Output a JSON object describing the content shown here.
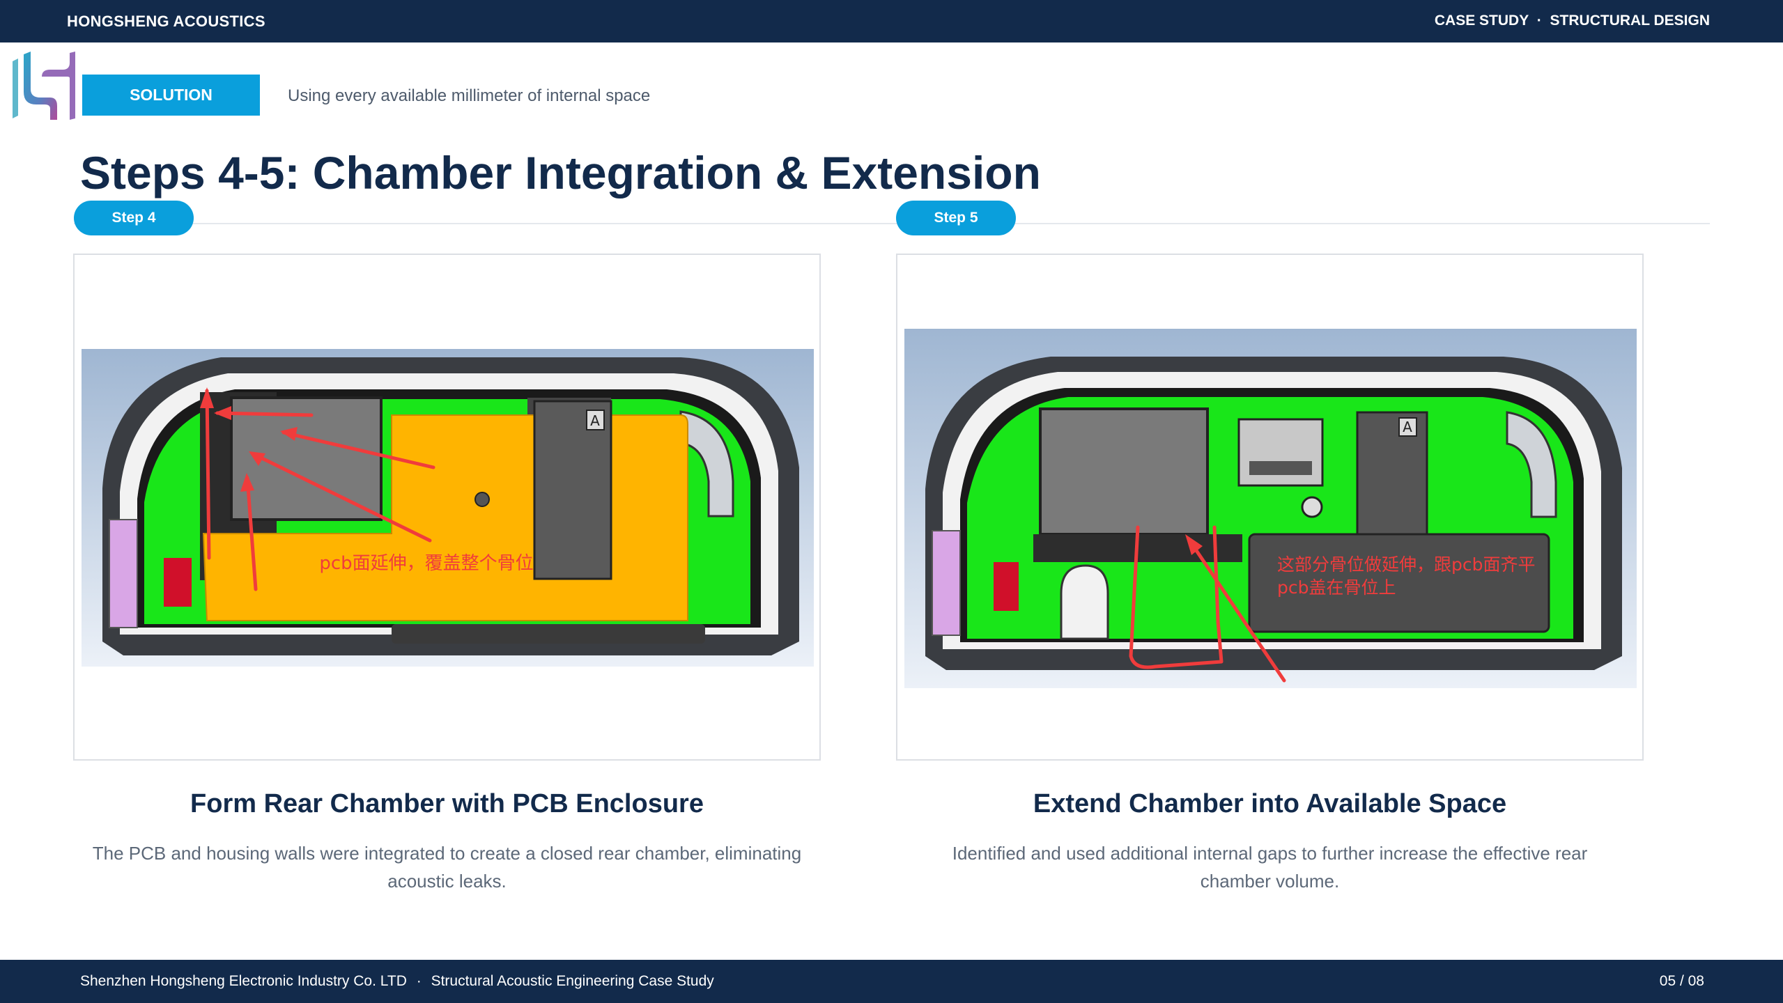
{
  "header": {
    "brand": "HONGSHENG ACOUSTICS",
    "section_a": "CASE STUDY",
    "separator": "·",
    "section_b": "STRUCTURAL DESIGN"
  },
  "section_badge": "SOLUTION",
  "section_subtitle": "Using every available millimeter of internal space",
  "page_title": "Steps 4-5: Chamber Integration & Extension",
  "steps": [
    {
      "badge": "Step 4",
      "annotation": "pcb面延伸，覆盖整个骨位",
      "title": "Form Rear Chamber with PCB Enclosure",
      "desc_line1": "The PCB and housing walls were integrated to create a closed rear chamber, eliminating",
      "desc_line2": "acoustic leaks."
    },
    {
      "badge": "Step 5",
      "annotation_line1": "这部分骨位做延伸，跟pcb面齐平",
      "annotation_line2": "pcb盖在骨位上",
      "title": "Extend Chamber into Available Space",
      "desc_line1": "Identified and used additional internal gaps to further increase the effective rear",
      "desc_line2": "chamber volume."
    }
  ],
  "footer": {
    "company": "Shenzhen Hongsheng Electronic Industry Co. LTD",
    "separator": "·",
    "doc": "Structural Acoustic Engineering Case Study",
    "page": "05 / 08"
  },
  "colors": {
    "navy": "#122a4b",
    "accent_blue": "#0a9fdc",
    "pcb_green": "#19e619",
    "pcb_orange": "#ffb400",
    "markup_red": "#f03c3c"
  }
}
